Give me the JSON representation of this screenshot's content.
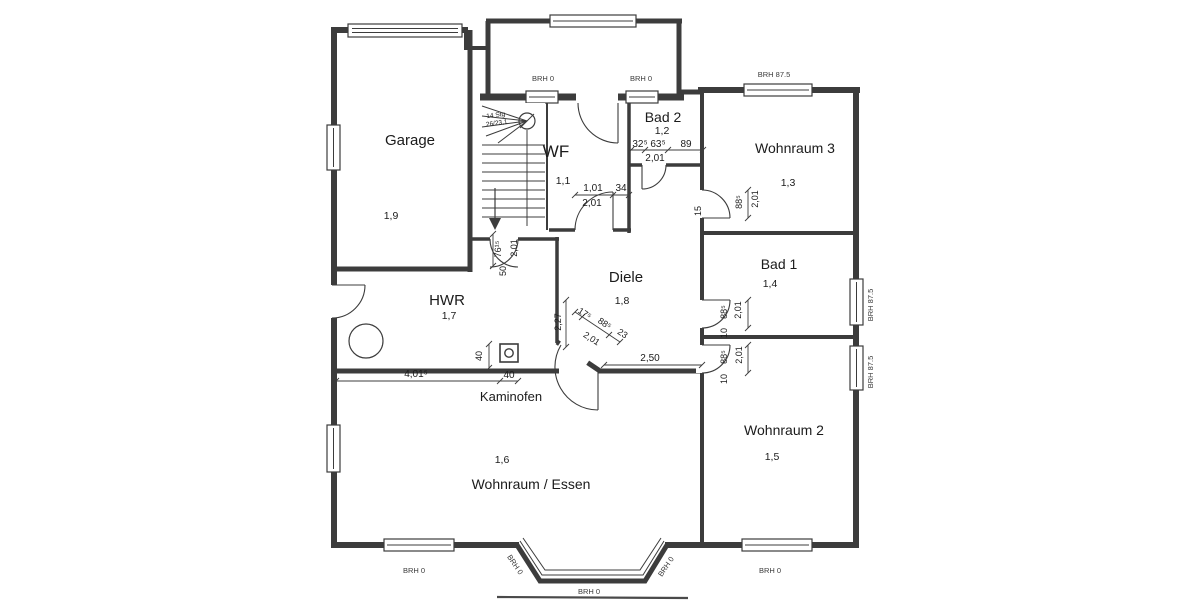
{
  "rooms": {
    "garage": {
      "name": "Garage",
      "nr": "1,9"
    },
    "wf": {
      "name": "WF",
      "nr": "1,1"
    },
    "bad2": {
      "name": "Bad 2",
      "nr": "1,2"
    },
    "w3": {
      "name": "Wohnraum 3",
      "nr": "1,3"
    },
    "bad1": {
      "name": "Bad 1",
      "nr": "1,4"
    },
    "diele": {
      "name": "Diele",
      "nr": "1,8"
    },
    "hwr": {
      "name": "HWR",
      "nr": "1,7"
    },
    "w2": {
      "name": "Wohnraum 2",
      "nr": "1,5"
    },
    "we": {
      "name": "Wohnraum  /  Essen",
      "nr": "1,6"
    },
    "kaminofen": {
      "name": "Kaminofen"
    }
  },
  "stairs": {
    "label1": "14 Stg",
    "label2": "26/23,1"
  },
  "dims": {
    "bad2": {
      "w1": "32⁵",
      "w2": "63⁵",
      "w3": "89",
      "h": "2,01"
    },
    "wf": {
      "w": "1,01",
      "rest": "34",
      "h": "2,01"
    },
    "hwr": {
      "w": "76¹⁵",
      "h": "2,01",
      "off": "50"
    },
    "w3": {
      "off": "15",
      "w": "88⁵",
      "h": "2,01"
    },
    "bad1": {
      "off": "10",
      "w": "88⁵",
      "h": "2,01"
    },
    "w2": {
      "off": "10",
      "w": "88⁵",
      "h": "2,01"
    },
    "diag": {
      "len": "2,27",
      "p1": "17⁵",
      "p2": "88⁵",
      "p3": "23",
      "h": "2,01"
    },
    "diele": {
      "w": "2,50"
    },
    "kamin": {
      "left": "4,01⁵",
      "w": "40",
      "h": "40"
    }
  },
  "brh": {
    "zero": "BRH 0",
    "high": "BRH 87.5"
  }
}
